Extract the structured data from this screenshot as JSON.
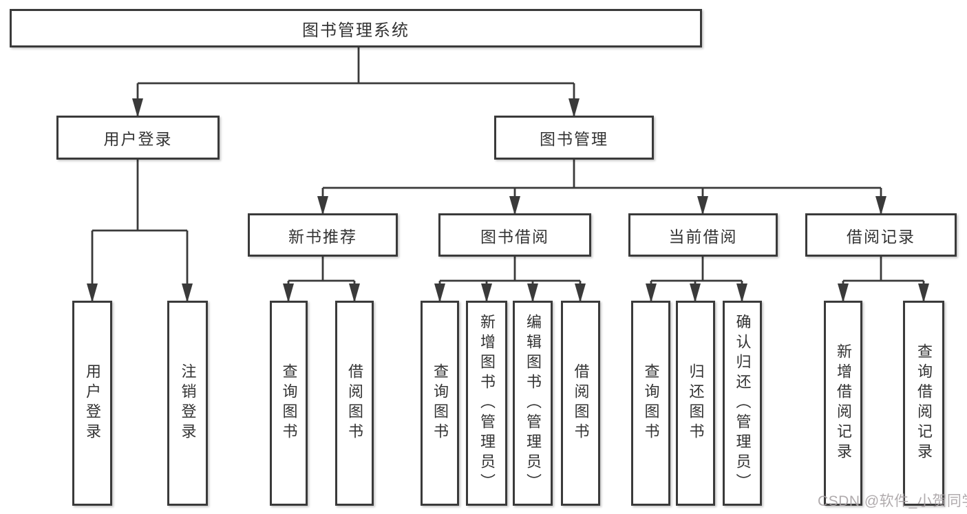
{
  "colors": {
    "background": "#ffffff",
    "line": "#3a3a3a",
    "box_border": "#3a3a3a",
    "text": "#333333",
    "watermark": "#a8a2a5"
  },
  "watermark": {
    "text": "CSDN @软件_小贺同学"
  },
  "tree": {
    "root": {
      "label": "图书管理系统"
    },
    "branches": [
      {
        "label": "用户登录",
        "leaves": [
          {
            "label": "用户登录"
          },
          {
            "label": "注销登录"
          }
        ]
      },
      {
        "label": "图书管理",
        "groups": [
          {
            "label": "新书推荐",
            "leaves": [
              {
                "label": "查询图书"
              },
              {
                "label": "借阅图书"
              }
            ]
          },
          {
            "label": "图书借阅",
            "leaves": [
              {
                "label": "查询图书"
              },
              {
                "label": "新增图书（管理员）"
              },
              {
                "label": "编辑图书（管理员）"
              },
              {
                "label": "借阅图书"
              }
            ]
          },
          {
            "label": "当前借阅",
            "leaves": [
              {
                "label": "查询图书"
              },
              {
                "label": "归还图书"
              },
              {
                "label": "确认归还（管理员）"
              }
            ]
          },
          {
            "label": "借阅记录",
            "leaves": [
              {
                "label": "新增借阅记录"
              },
              {
                "label": "查询借阅记录"
              }
            ]
          }
        ]
      }
    ]
  }
}
